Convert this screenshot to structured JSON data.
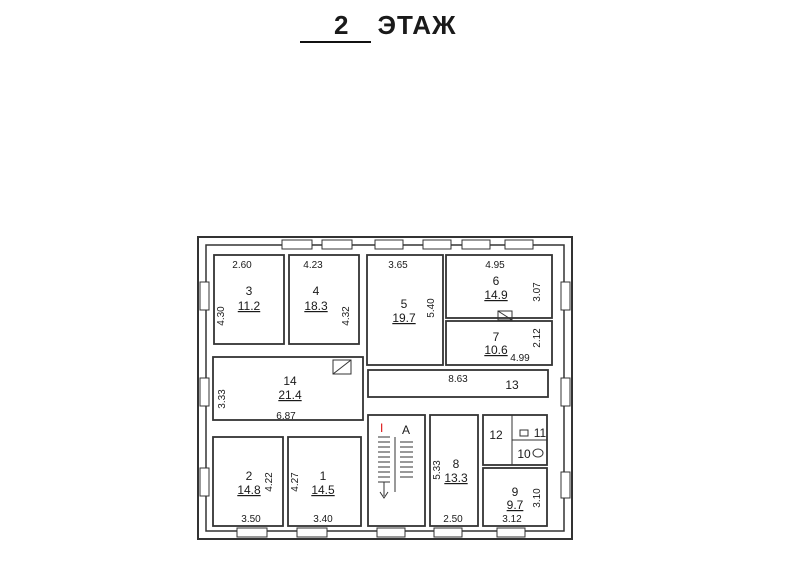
{
  "floor": {
    "number": "2",
    "label": "ЭТАЖ"
  },
  "stair": {
    "letter": "А",
    "mark": "I"
  },
  "rooms": [
    {
      "id": "1",
      "area": "14.5"
    },
    {
      "id": "2",
      "area": "14.8"
    },
    {
      "id": "3",
      "area": "11.2"
    },
    {
      "id": "4",
      "area": "18.3"
    },
    {
      "id": "5",
      "area": "19.7"
    },
    {
      "id": "6",
      "area": "14.9"
    },
    {
      "id": "7",
      "area": "10.6"
    },
    {
      "id": "8",
      "area": "13.3"
    },
    {
      "id": "9",
      "area": "9.7"
    },
    {
      "id": "10",
      "area": ""
    },
    {
      "id": "11",
      "area": ""
    },
    {
      "id": "12",
      "area": ""
    },
    {
      "id": "13",
      "area": ""
    },
    {
      "id": "14",
      "area": "21.4"
    }
  ],
  "dimensions": {
    "d1": "2.60",
    "d2": "4.30",
    "d3": "4.23",
    "d4": "4.32",
    "d5": "3.65",
    "d6": "5.40",
    "d7": "4.95",
    "d8": "3.07",
    "d9": "2.12",
    "d10": "4.99",
    "d11": "8.63",
    "d12": "3.33",
    "d13": "6.87",
    "d14": "4.22",
    "d15": "4.27",
    "d16": "3.50",
    "d17": "3.40",
    "d18": "5.33",
    "d19": "2.50",
    "d20": "3.10",
    "d21": "3.12"
  }
}
